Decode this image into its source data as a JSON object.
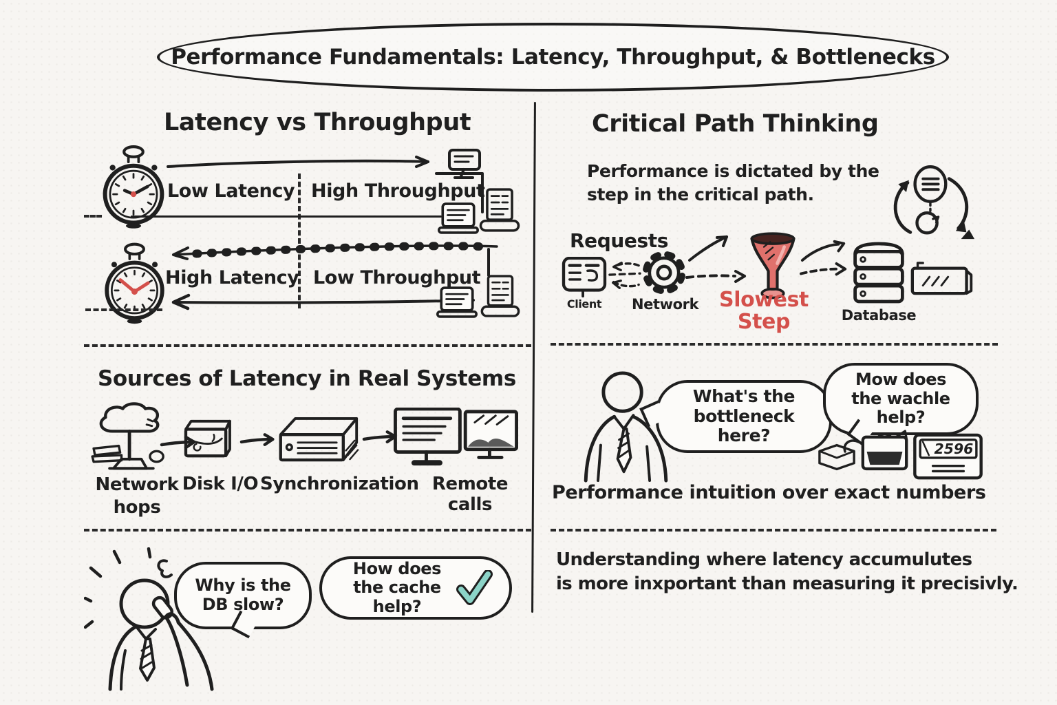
{
  "title": "Performance Fundamentals: Latency, Throughput, & Bottlenecks",
  "colors": {
    "ink": "#1f1f1f",
    "background": "#f7f5f2",
    "accent_red": "#d4504b",
    "funnel_fill": "#e0716c",
    "check_teal": "#8cd4c8"
  },
  "left": {
    "latency": {
      "heading": "Latency vs Throughput",
      "row1_left": "Low Latency",
      "row1_right": "High Throughput",
      "row2_left": "High Latency",
      "row2_right": "Low Throughput"
    },
    "sources": {
      "heading": "Sources of Latency in Real Systems",
      "items": [
        {
          "label": "Network hops",
          "icon": "cloud-network-icon"
        },
        {
          "label": "Disk I/O",
          "icon": "disk-icon"
        },
        {
          "label": "Synchronization",
          "icon": "server-icon"
        },
        {
          "label": "Remote calls",
          "icon": "monitors-icon"
        }
      ]
    },
    "questions": {
      "bubble1": "Why is the DB slow?",
      "bubble2": "How does the cache help?"
    }
  },
  "right": {
    "critical": {
      "heading": "Critical Path Thinking",
      "description": "Performance is dictated by the step in the critical path.",
      "flow": {
        "requests": "Requests",
        "client": "Client",
        "network": "Network",
        "slowest1": "Slowest",
        "slowest2": "Step",
        "database": "Database"
      }
    },
    "intuition": {
      "bubble1": "What's the bottleneck here?",
      "bubble2": "Mow does the wachle help?",
      "display_value": "2596",
      "caption": "Performance intuition over exact numbers"
    },
    "closing": {
      "line1": "Understanding where latency accumulutes",
      "line2": "is more inxportant than measuring it precisivly."
    }
  },
  "icons": {
    "stopwatch": "timer",
    "monitor": "screen",
    "printer": "printer",
    "laptop": "laptop",
    "cloud_network": "cloud on stand",
    "disk": "disk box",
    "server": "server slab",
    "gear": "gear",
    "funnel": "red funnel",
    "database": "drawer stack",
    "cycle": "refresh loop",
    "person": "person doodle",
    "envelope": "envelope",
    "briefcase": "briefcase",
    "calculator": "calculator",
    "check": "checkmark"
  }
}
